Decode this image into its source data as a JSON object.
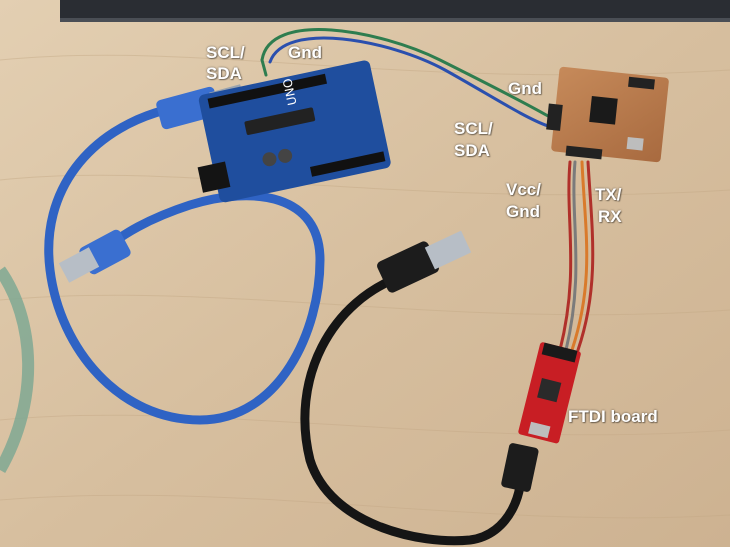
{
  "labels": {
    "arduino_scl": "SCL/",
    "arduino_sda": "SDA",
    "arduino_gnd": "Gnd",
    "pcb_gnd": "Gnd",
    "pcb_scl": "SCL/",
    "pcb_sda": "SDA",
    "vcc": "Vcc/",
    "vcc_gnd": "Gnd",
    "tx": "TX/",
    "rx": "RX",
    "ftdi": "FTDI board"
  },
  "board_text": {
    "uno": "UNO"
  },
  "colors": {
    "desk": "#dcc6a8",
    "arduino_board": "#1f4e9e",
    "usb_cable_blue": "#2f63c4",
    "usb_cable_black": "#151515",
    "pcb": "#b97a4d",
    "ftdi_board": "#c81e24",
    "wire_green": "#2e7d4f",
    "wire_blue": "#2a4fae",
    "wire_orange": "#d97a2b",
    "wire_red": "#b0302a",
    "wire_gray": "#7b7b7b",
    "label_text": "#ffffff"
  }
}
